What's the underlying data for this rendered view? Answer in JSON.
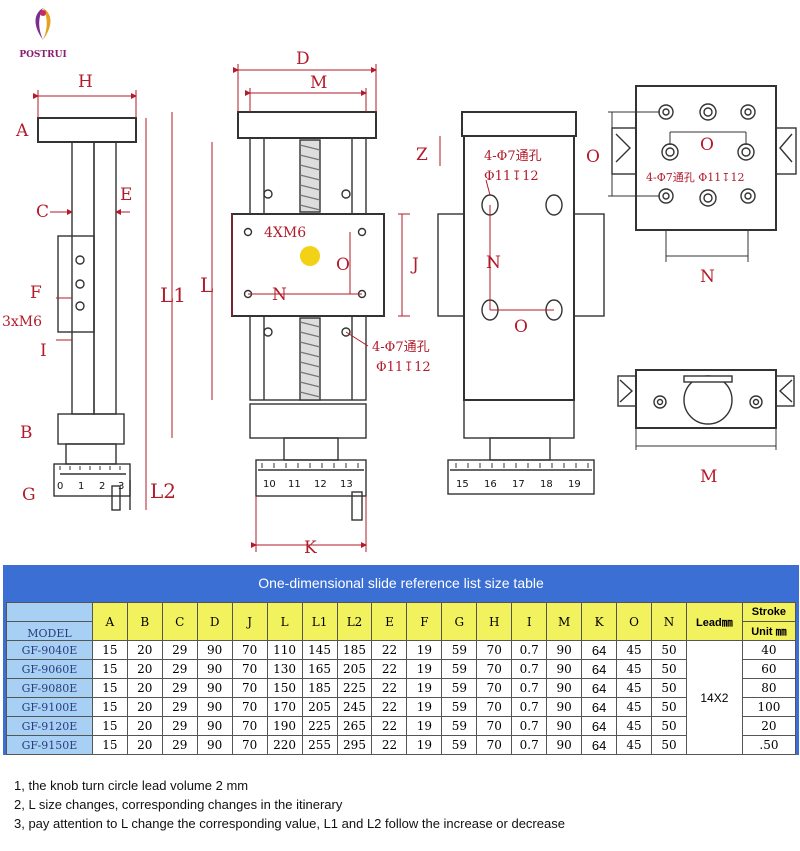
{
  "logo": {
    "text": "POSTRUI"
  },
  "drawing": {
    "side_view": {
      "labels": [
        "H",
        "A",
        "C",
        "E",
        "F",
        "3xM6",
        "I",
        "B",
        "G",
        "L2",
        "L1",
        "L"
      ],
      "scale": [
        "0",
        "1",
        "2",
        "3"
      ]
    },
    "front_view": {
      "labels": [
        "D",
        "M",
        "4XM6",
        "O",
        "N",
        "J"
      ],
      "hole_note": [
        "4-Φ7通孔",
        "Φ11↧12"
      ],
      "scale": [
        "10",
        "11",
        "12",
        "13"
      ],
      "k_label": "K"
    },
    "bottom_view": {
      "labels": [
        "Z",
        "N",
        "O"
      ],
      "hole_note": [
        "4-Φ7通孔",
        "Φ11↧12"
      ],
      "scale": [
        "15",
        "16",
        "17",
        "18",
        "19"
      ]
    },
    "top_right_view": {
      "labels": [
        "O",
        "O",
        "N"
      ],
      "hole_note": "4-Φ7通孔 Φ11↧12"
    },
    "end_view": {
      "labels": [
        "M"
      ]
    }
  },
  "table": {
    "title": "One-dimensional slide reference list size table",
    "model_header": "MODEL",
    "columns": [
      "A",
      "B",
      "C",
      "D",
      "J",
      "L",
      "L1",
      "L2",
      "E",
      "F",
      "G",
      "H",
      "I",
      "M",
      "K",
      "O",
      "N"
    ],
    "lead_header": "Lead㎜",
    "stroke_header": "Stroke",
    "stroke_unit": "Unit ㎜",
    "lead_value": "14X2",
    "rows": [
      {
        "model": "GF-9040E",
        "values": [
          "15",
          "20",
          "29",
          "90",
          "70",
          "110",
          "145",
          "185",
          "22",
          "19",
          "59",
          "70",
          "0.7",
          "90",
          "64",
          "45",
          "50"
        ],
        "stroke": "40"
      },
      {
        "model": "GF-9060E",
        "values": [
          "15",
          "20",
          "29",
          "90",
          "70",
          "130",
          "165",
          "205",
          "22",
          "19",
          "59",
          "70",
          "0.7",
          "90",
          "64",
          "45",
          "50"
        ],
        "stroke": "60"
      },
      {
        "model": "GF-9080E",
        "values": [
          "15",
          "20",
          "29",
          "90",
          "70",
          "150",
          "185",
          "225",
          "22",
          "19",
          "59",
          "70",
          "0.7",
          "90",
          "64",
          "45",
          "50"
        ],
        "stroke": "80"
      },
      {
        "model": "GF-9100E",
        "values": [
          "15",
          "20",
          "29",
          "90",
          "70",
          "170",
          "205",
          "245",
          "22",
          "19",
          "59",
          "70",
          "0.7",
          "90",
          "64",
          "45",
          "50"
        ],
        "stroke": "100"
      },
      {
        "model": "GF-9120E",
        "values": [
          "15",
          "20",
          "29",
          "90",
          "70",
          "190",
          "225",
          "265",
          "22",
          "19",
          "59",
          "70",
          "0.7",
          "90",
          "64",
          "45",
          "50"
        ],
        "stroke": "20"
      },
      {
        "model": "GF-9150E",
        "values": [
          "15",
          "20",
          "29",
          "90",
          "70",
          "220",
          "255",
          "295",
          "22",
          "19",
          "59",
          "70",
          "0.7",
          "90",
          "64",
          "45",
          "50"
        ],
        "stroke": ".50"
      }
    ]
  },
  "notes": [
    "1, the knob turn circle lead volume 2 mm",
    "2, L size changes, corresponding changes in the itinerary",
    "3, pay attention to L change the corresponding value, L1 and L2 follow the increase or decrease"
  ],
  "colors": {
    "label_red": "#b21b2b",
    "table_blue": "#3b6fd4",
    "header_yellow": "#f2f25e",
    "model_blue": "#a8d0f5",
    "dot_yellow": "#f3d117"
  }
}
